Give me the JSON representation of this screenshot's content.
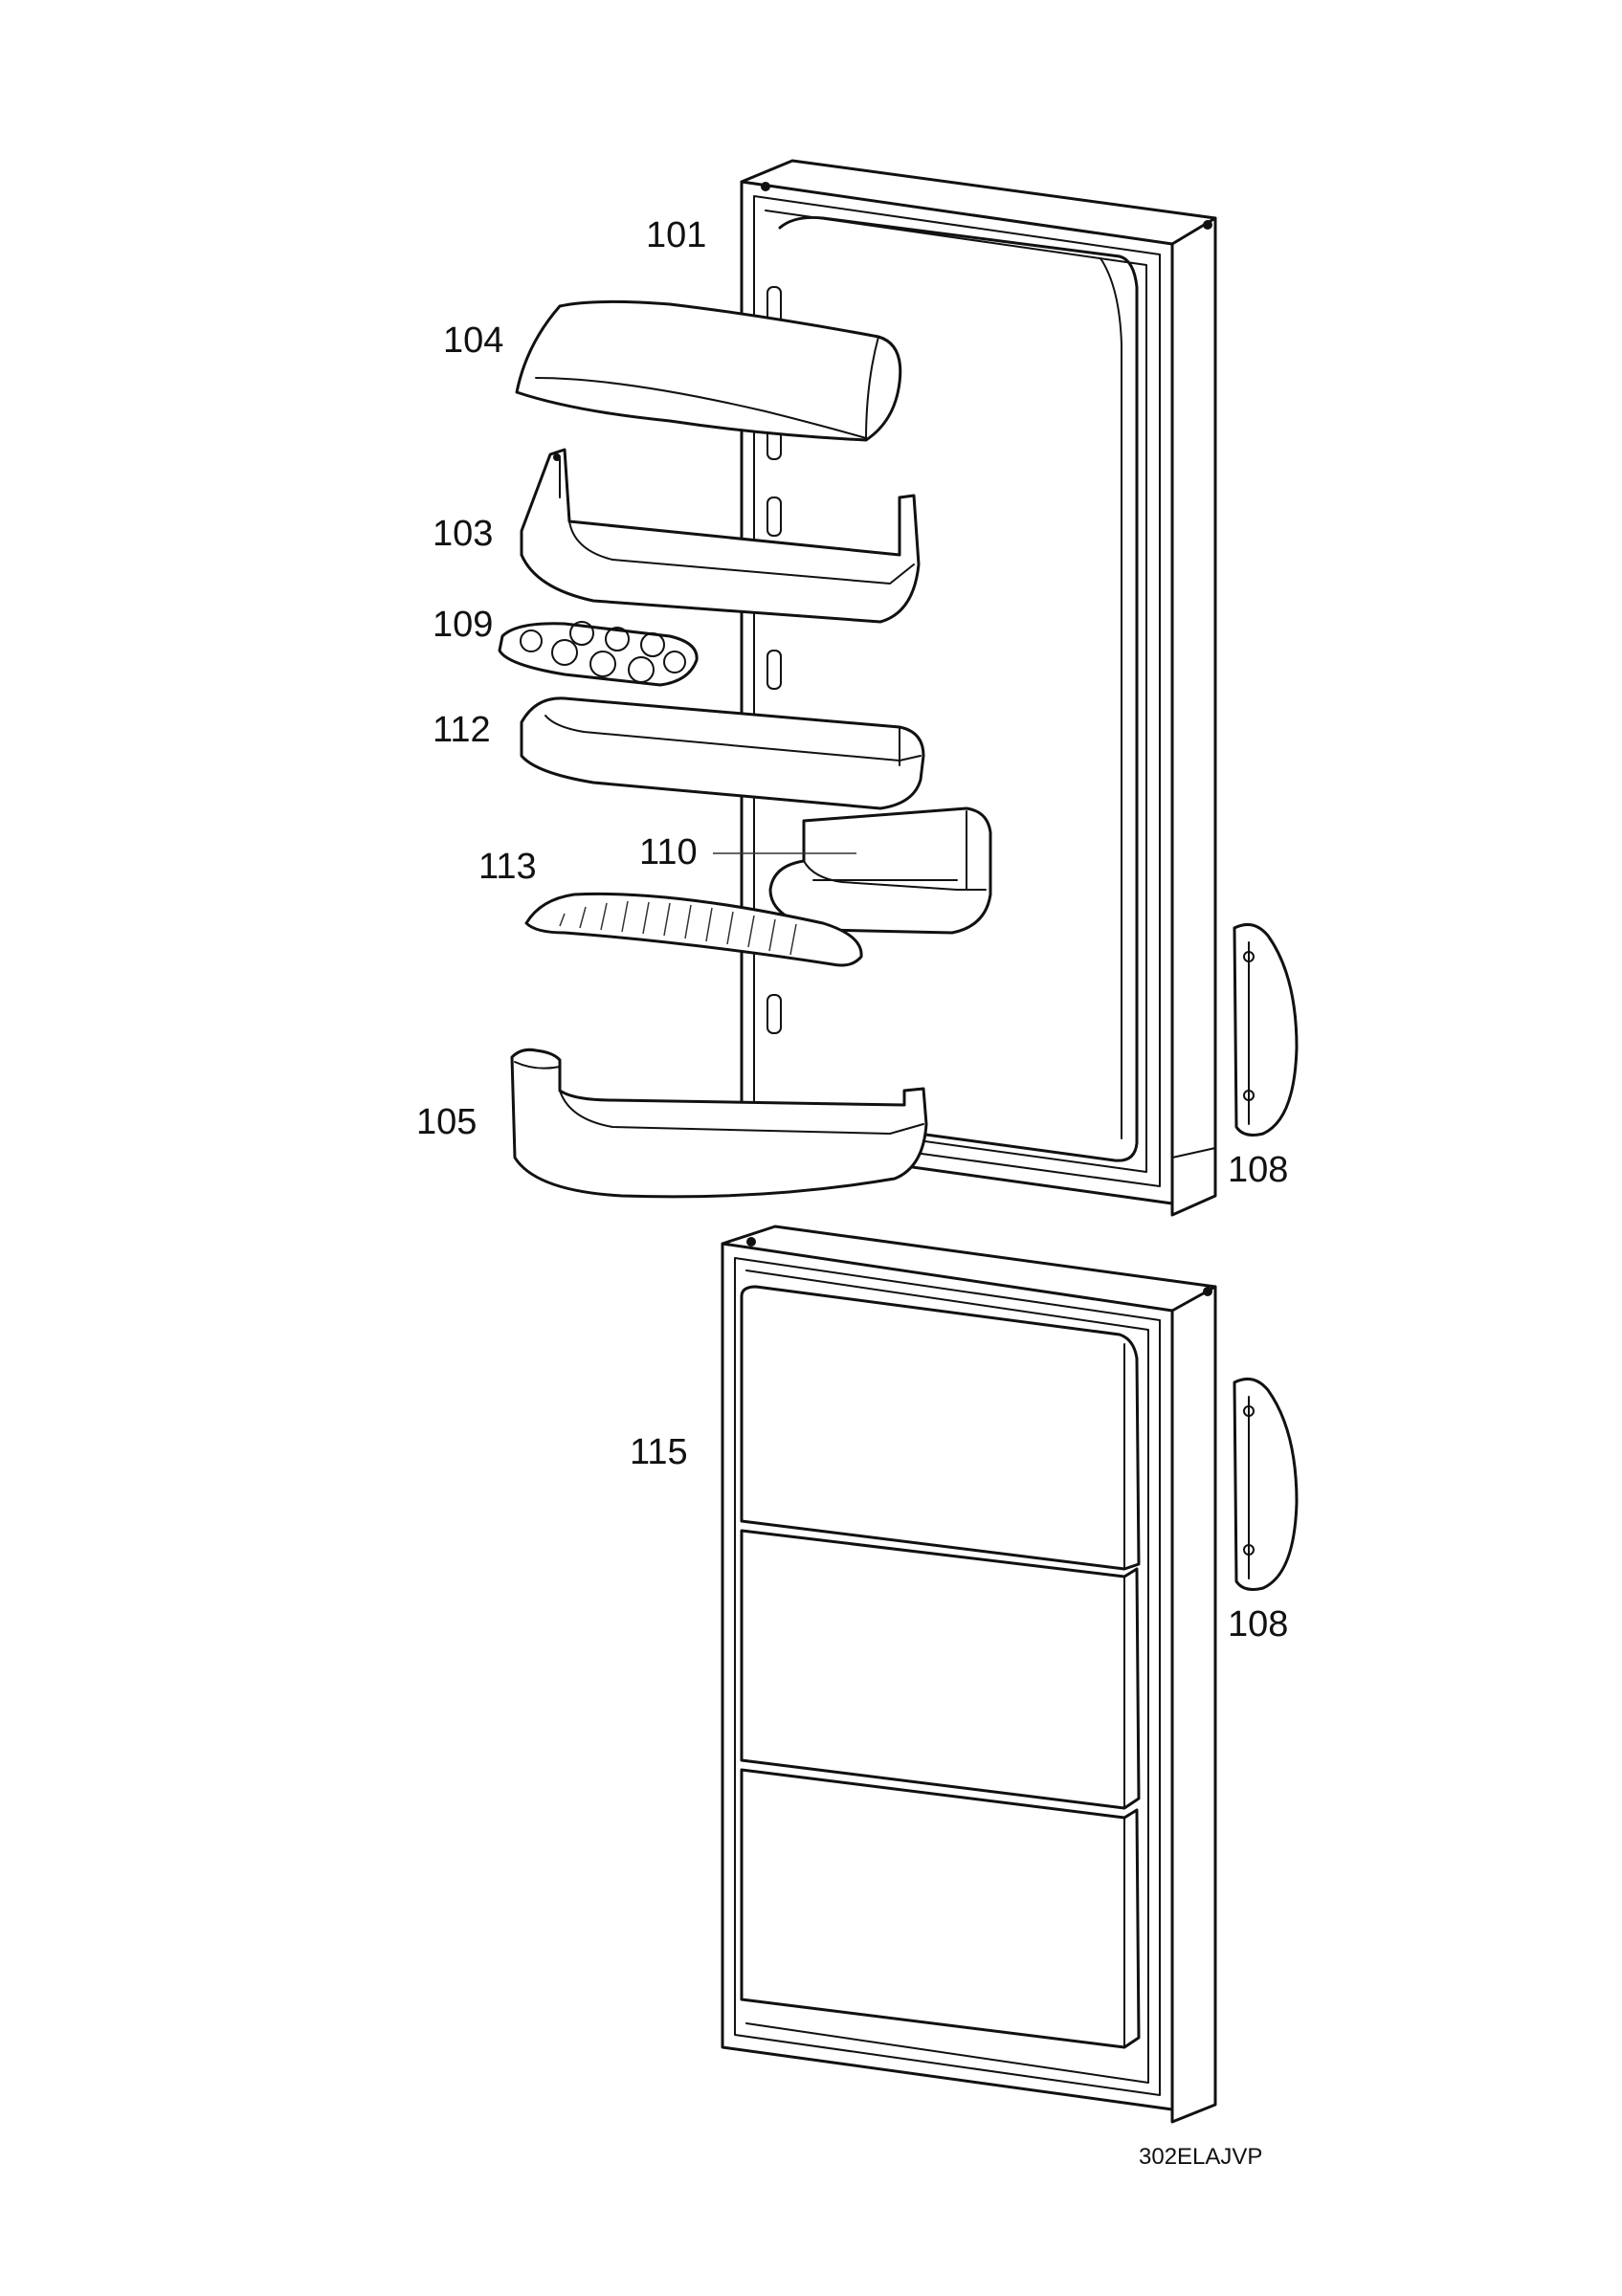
{
  "labels": {
    "p101": "101",
    "p104": "104",
    "p103": "103",
    "p109": "109",
    "p112": "112",
    "p110": "110",
    "p113": "113",
    "p105": "105",
    "p108_upper": "108",
    "p108_lower": "108",
    "p115": "115"
  },
  "drawing_code": "302ELAJVP"
}
